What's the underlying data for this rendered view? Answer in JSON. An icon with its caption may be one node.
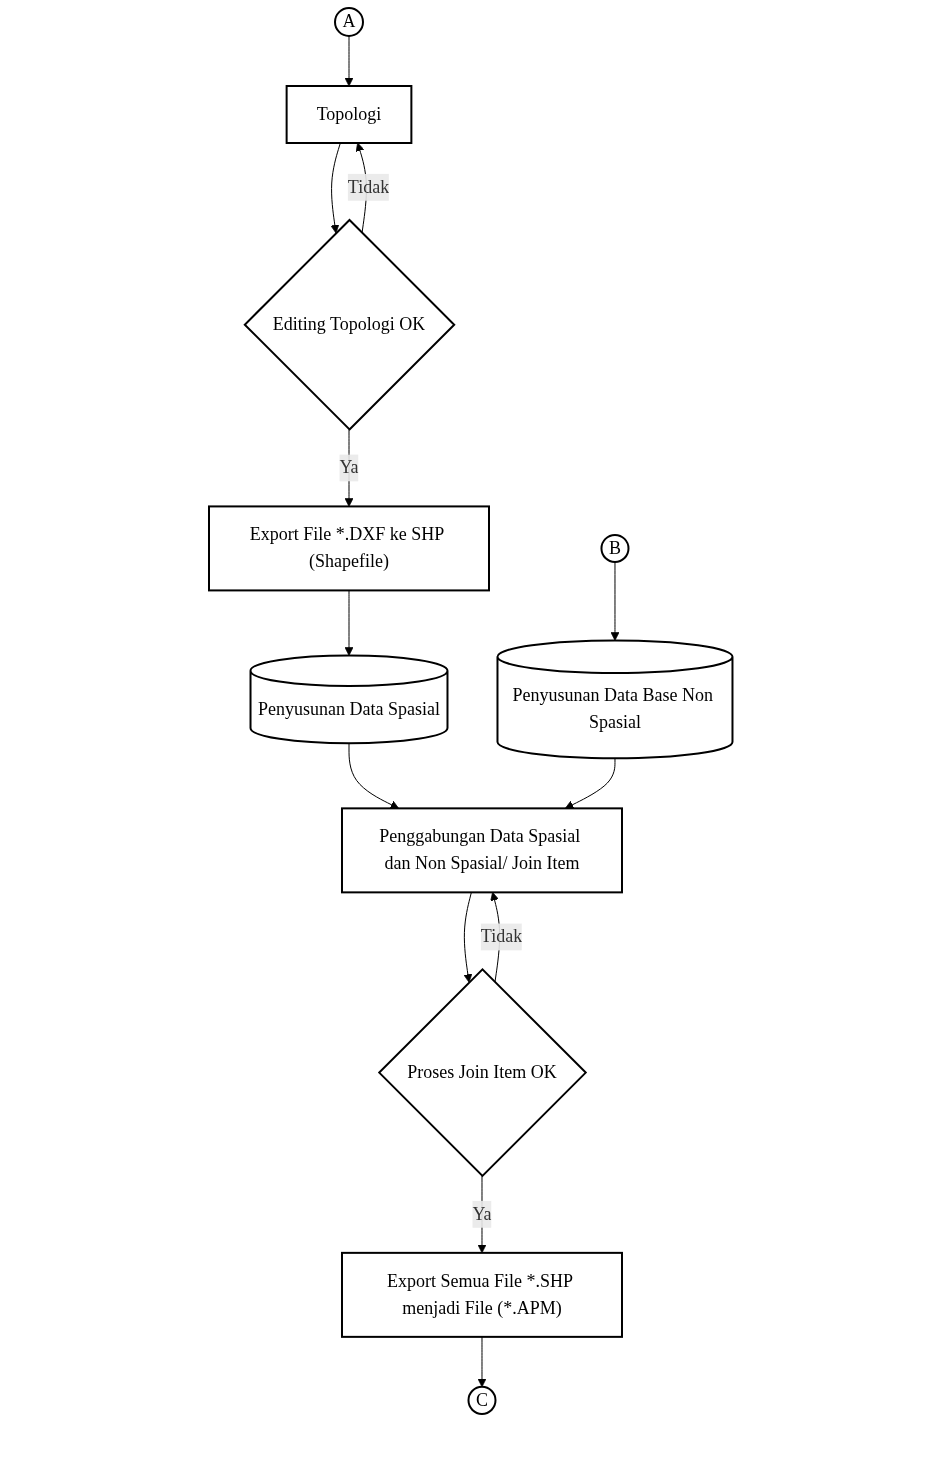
{
  "diagram": {
    "nodes": [
      {
        "text": [
          "A"
        ]
      },
      {
        "text": [
          "Topologi"
        ]
      },
      {
        "text": [
          "Editing Topologi OK"
        ]
      },
      {
        "text": [
          "Export File *.DXF ke SHP (Shapefile)"
        ]
      },
      {
        "text": [
          "Penyusunan Data Spasial"
        ]
      },
      {
        "text": [
          "B"
        ]
      },
      {
        "text": [
          "Penyusunan Data Base Non Spasial"
        ]
      },
      {
        "text": [
          "Penggabungan Data Spasial dan Non Spasial/ Join Item"
        ]
      },
      {
        "text": [
          "Proses Join Item OK"
        ]
      },
      {
        "text": [
          "Export Semua File *.SHP menjadi File (*.APM)"
        ]
      },
      {
        "text": [
          "C"
        ]
      }
    ],
    "edges": [
      {
        "from": 0,
        "to": 1,
        "arrow": "to"
      },
      {
        "from": 1,
        "to": 2,
        "arrow": "to"
      },
      {
        "from": 2,
        "to": 1,
        "arrow": "to",
        "label": "Tidak"
      },
      {
        "from": 2,
        "to": 3,
        "arrow": "to",
        "label": "Ya"
      },
      {
        "from": 3,
        "to": 4,
        "arrow": "to"
      },
      {
        "from": 4,
        "to": 7,
        "arrow": "to"
      },
      {
        "from": 5,
        "to": 6,
        "arrow": "to"
      },
      {
        "from": 6,
        "to": 7,
        "arrow": "to"
      },
      {
        "from": 7,
        "to": 8,
        "arrow": "to"
      },
      {
        "from": 8,
        "to": 7,
        "arrow": "to",
        "label": "Tidak"
      },
      {
        "from": 8,
        "to": 9,
        "arrow": "to",
        "label": "Ya"
      },
      {
        "from": 9,
        "to": 10,
        "arrow": "to"
      }
    ]
  }
}
